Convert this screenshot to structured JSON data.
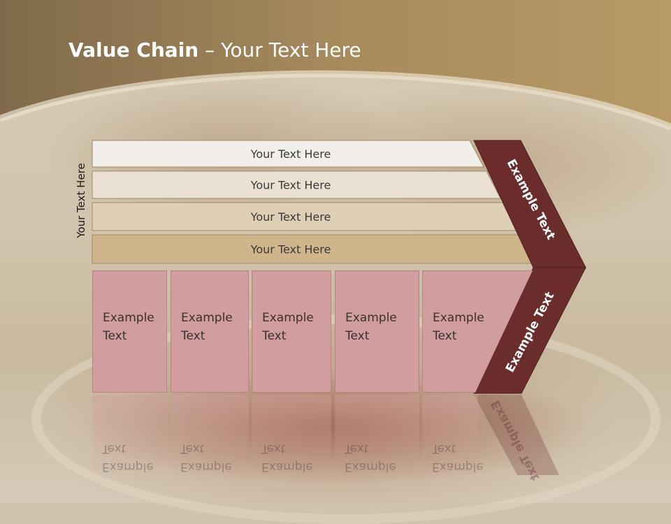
{
  "slide": {
    "title_bold": "Value Chain",
    "title_rest": " – Your Text Here",
    "side_label": "Your Text Here"
  },
  "bars": [
    {
      "label": "Your Text Here",
      "color": "#f2efea"
    },
    {
      "label": "Your Text Here",
      "color": "#ebe1d2"
    },
    {
      "label": "Your Text Here",
      "color": "#dfcfb4"
    },
    {
      "label": "Your Text Here",
      "color": "#cfb48c"
    }
  ],
  "boxes": [
    {
      "line1": "Example",
      "line2": "Text"
    },
    {
      "line1": "Example",
      "line2": "Text"
    },
    {
      "line1": "Example",
      "line2": "Text"
    },
    {
      "line1": "Example",
      "line2": "Text"
    },
    {
      "line1": "Example",
      "line2": "Text"
    }
  ],
  "chevron": {
    "upper_label": "Example Text",
    "lower_label": "Example Text",
    "color": "#6b2c2c"
  },
  "colors": {
    "header": "#a88a5a",
    "box": "#d29d9f"
  }
}
